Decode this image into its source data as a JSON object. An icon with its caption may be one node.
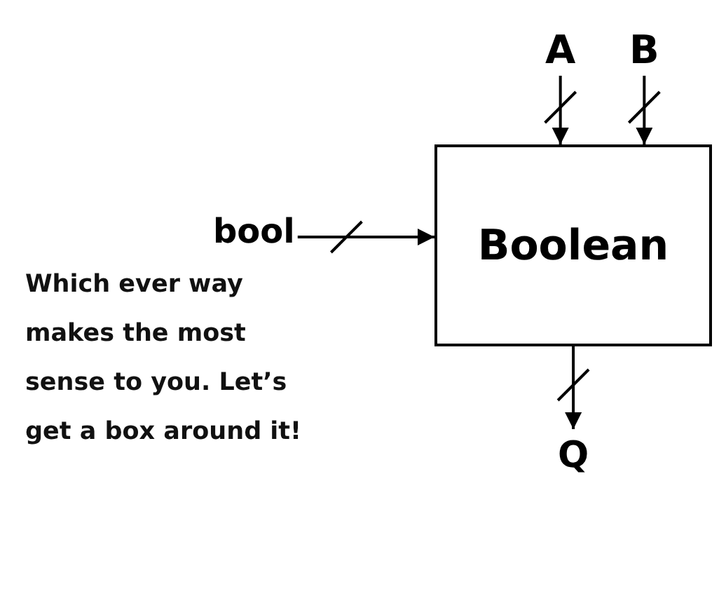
{
  "diagram": {
    "nodes": [
      {
        "text": [
          "Boolean"
        ]
      },
      {
        "text": [
          "A"
        ]
      },
      {
        "text": [
          "B"
        ]
      },
      {
        "text": [
          "bool"
        ]
      },
      {
        "text": [
          "Q"
        ]
      }
    ],
    "edges": [
      {
        "from": 1,
        "to": 0,
        "arrow": "to"
      },
      {
        "from": 2,
        "to": 0,
        "arrow": "to"
      },
      {
        "from": 3,
        "to": 0,
        "arrow": "to"
      },
      {
        "from": 0,
        "to": 4,
        "arrow": "to"
      }
    ],
    "labels": [
      "Which ever way makes the most sense to you. Let’s get a box around it!"
    ]
  }
}
